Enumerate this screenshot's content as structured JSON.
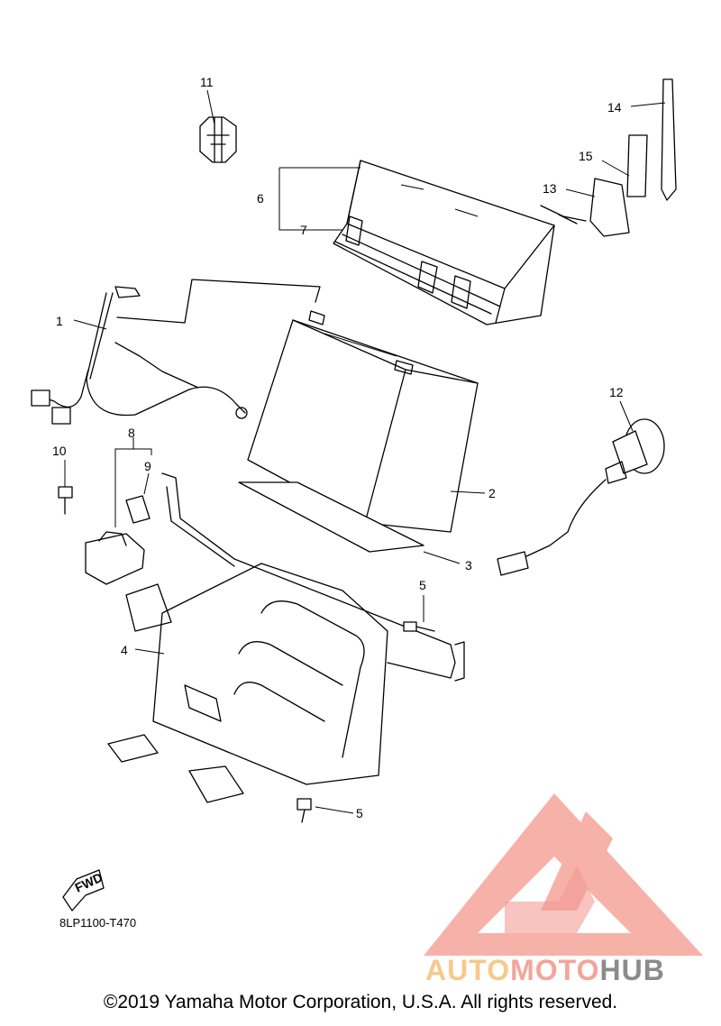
{
  "diagram": {
    "callouts": [
      {
        "id": "1",
        "label": "1"
      },
      {
        "id": "2",
        "label": "2"
      },
      {
        "id": "3",
        "label": "3"
      },
      {
        "id": "4",
        "label": "4"
      },
      {
        "id": "5a",
        "label": "5"
      },
      {
        "id": "5b",
        "label": "5"
      },
      {
        "id": "6",
        "label": "6"
      },
      {
        "id": "7",
        "label": "7"
      },
      {
        "id": "8",
        "label": "8"
      },
      {
        "id": "9",
        "label": "9"
      },
      {
        "id": "10",
        "label": "10"
      },
      {
        "id": "11",
        "label": "11"
      },
      {
        "id": "12",
        "label": "12"
      },
      {
        "id": "13",
        "label": "13"
      },
      {
        "id": "14",
        "label": "14"
      },
      {
        "id": "15",
        "label": "15"
      }
    ],
    "fwd_label": "FWD",
    "reference_code": "8LP1100-T470"
  },
  "watermark": {
    "brand_part1": "AUTO",
    "brand_part2": "MOTO",
    "brand_part3": "HUB",
    "colors": {
      "auto": "#f7c98b",
      "moto": "#f5a49a",
      "hub": "#8b8b8b",
      "logo": "#f5a49a"
    }
  },
  "copyright": "©2019 Yamaha Motor Corporation, U.S.A. All rights reserved."
}
